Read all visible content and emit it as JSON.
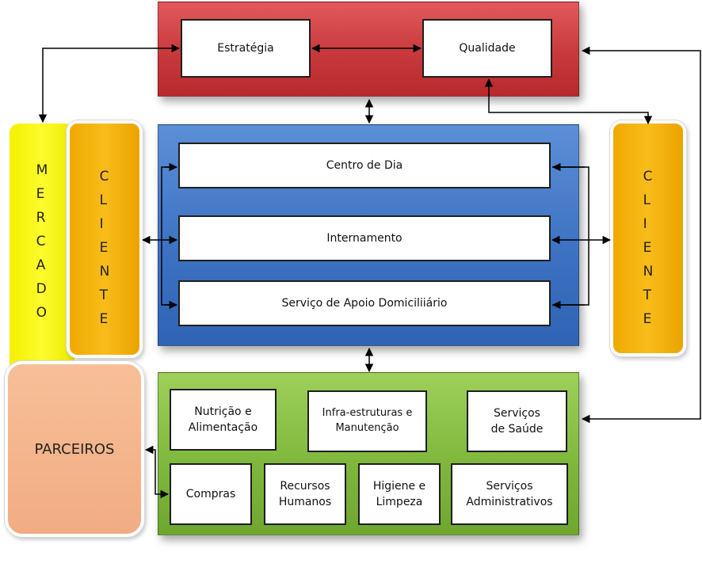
{
  "strategy_band": {
    "estrategia": "Estratégia",
    "qualidade": "Qualidade"
  },
  "services_band": {
    "centro_de_dia": "Centro de Dia",
    "internamento": "Internamento",
    "apoio_domiciliario": "Serviço de Apoio Domiciliiário"
  },
  "support_band": {
    "nutricao": "Nutrição e\nAlimentação",
    "infraestruturas": "Infra-estruturas e\nManutenção",
    "saude": "Serviços\nde Saúde",
    "compras": "Compras",
    "recursos_humanos": "Recursos\nHumanos",
    "higiene": "Higiene e\nLimpeza",
    "administrativos": "Serviços\nAdministrativos"
  },
  "mercado_letters": [
    "M",
    "E",
    "R",
    "C",
    "A",
    "D",
    "O"
  ],
  "cliente_letters": [
    "C",
    "L",
    "I",
    "E",
    "N",
    "T",
    "E"
  ],
  "parceiros": "PARCEIROS",
  "colors": {
    "red_band": "#c7393c",
    "blue_band": "#3e73c4",
    "green_band": "#80b83e",
    "mercado": "#f7f400",
    "cliente": "#f5b40e",
    "parceiros": "#f4b48a"
  }
}
